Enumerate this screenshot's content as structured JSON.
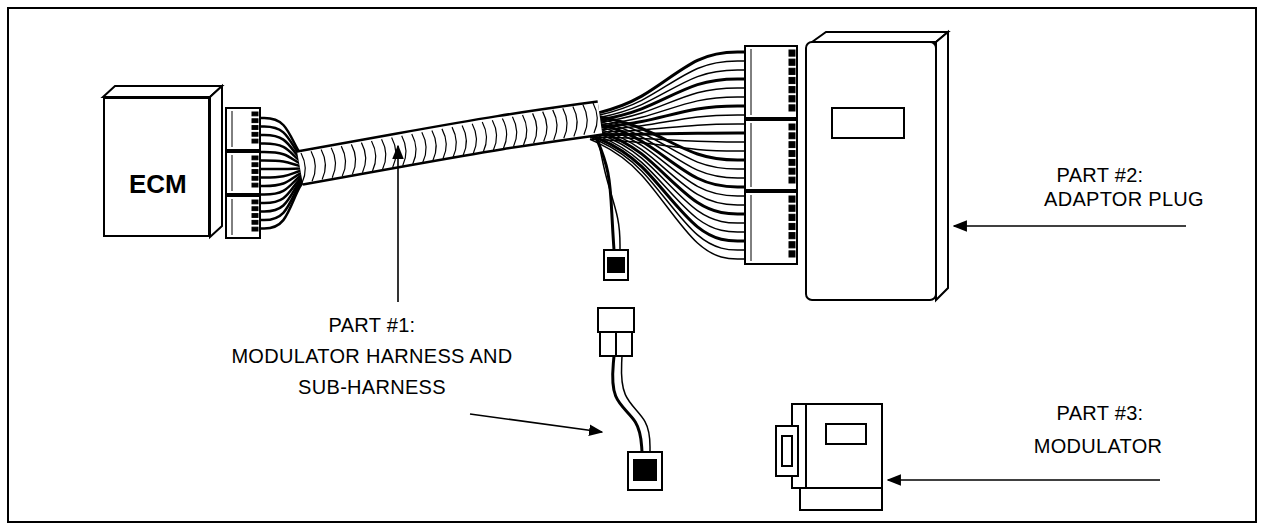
{
  "diagram": {
    "nodes": [
      {
        "text": [
          "ECM"
        ]
      }
    ],
    "labels": [
      "PART #1:",
      "MODULATOR HARNESS AND SUB-HARNESS",
      "PART #2:",
      "ADAPTOR PLUG",
      "PART #3:",
      "MODULATOR"
    ]
  }
}
